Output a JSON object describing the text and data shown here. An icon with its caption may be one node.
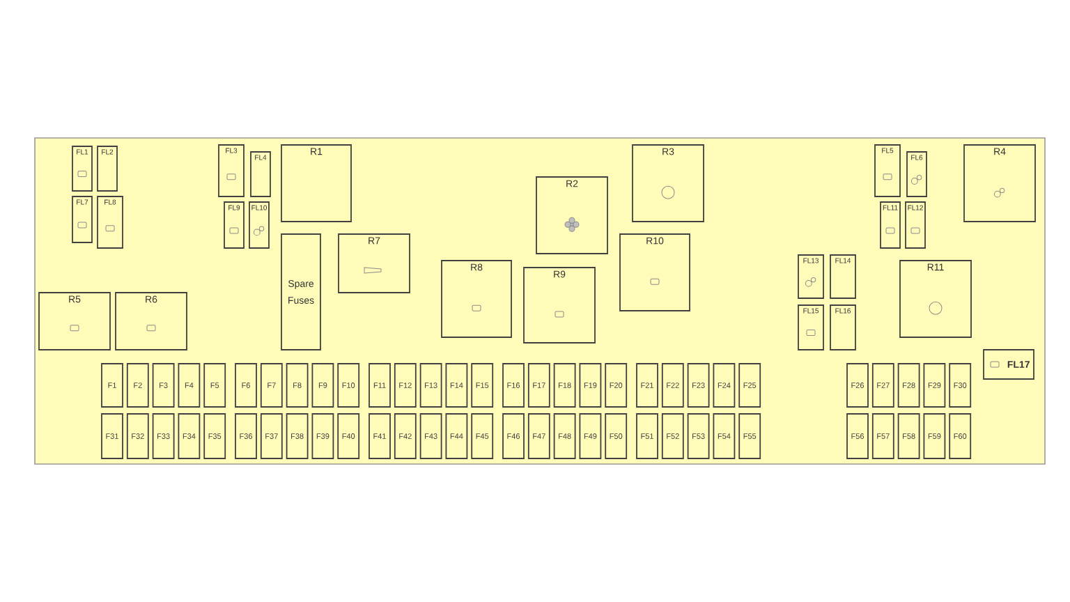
{
  "diagram": {
    "nodes": [
      {
        "text": [
          "FL1"
        ]
      },
      {
        "text": [
          "FL2"
        ]
      },
      {
        "text": [
          "FL3"
        ]
      },
      {
        "text": [
          "FL4"
        ]
      },
      {
        "text": [
          "R1"
        ]
      },
      {
        "text": [
          "R3"
        ]
      },
      {
        "text": [
          "FL5"
        ]
      },
      {
        "text": [
          "FL6"
        ]
      },
      {
        "text": [
          "R4"
        ]
      },
      {
        "text": [
          "FL7"
        ]
      },
      {
        "text": [
          "FL8"
        ]
      },
      {
        "text": [
          "FL9"
        ]
      },
      {
        "text": [
          "FL10"
        ]
      },
      {
        "text": [
          "FL11"
        ]
      },
      {
        "text": [
          "FL12"
        ]
      },
      {
        "text": [
          "R2"
        ]
      },
      {
        "text": [
          "Spare Fuses"
        ]
      },
      {
        "text": [
          "R7"
        ]
      },
      {
        "text": [
          "R10"
        ]
      },
      {
        "text": [
          "FL13"
        ]
      },
      {
        "text": [
          "FL14"
        ]
      },
      {
        "text": [
          "R11"
        ]
      },
      {
        "text": [
          "R8"
        ]
      },
      {
        "text": [
          "R9"
        ]
      },
      {
        "text": [
          "R5"
        ]
      },
      {
        "text": [
          "R6"
        ]
      },
      {
        "text": [
          "FL15"
        ]
      },
      {
        "text": [
          "FL16"
        ]
      },
      {
        "text": [
          "FL17"
        ]
      },
      {
        "text": [
          "F1"
        ]
      },
      {
        "text": [
          "F2"
        ]
      },
      {
        "text": [
          "F3"
        ]
      },
      {
        "text": [
          "F4"
        ]
      },
      {
        "text": [
          "F5"
        ]
      },
      {
        "text": [
          "F6"
        ]
      },
      {
        "text": [
          "F7"
        ]
      },
      {
        "text": [
          "F8"
        ]
      },
      {
        "text": [
          "F9"
        ]
      },
      {
        "text": [
          "F10"
        ]
      },
      {
        "text": [
          "F11"
        ]
      },
      {
        "text": [
          "F12"
        ]
      },
      {
        "text": [
          "F13"
        ]
      },
      {
        "text": [
          "F14"
        ]
      },
      {
        "text": [
          "F15"
        ]
      },
      {
        "text": [
          "F16"
        ]
      },
      {
        "text": [
          "F17"
        ]
      },
      {
        "text": [
          "F18"
        ]
      },
      {
        "text": [
          "F19"
        ]
      },
      {
        "text": [
          "F20"
        ]
      },
      {
        "text": [
          "F21"
        ]
      },
      {
        "text": [
          "F22"
        ]
      },
      {
        "text": [
          "F23"
        ]
      },
      {
        "text": [
          "F24"
        ]
      },
      {
        "text": [
          "F25"
        ]
      },
      {
        "text": [
          "F26"
        ]
      },
      {
        "text": [
          "F27"
        ]
      },
      {
        "text": [
          "F28"
        ]
      },
      {
        "text": [
          "F29"
        ]
      },
      {
        "text": [
          "F30"
        ]
      },
      {
        "text": [
          "F31"
        ]
      },
      {
        "text": [
          "F32"
        ]
      },
      {
        "text": [
          "F33"
        ]
      },
      {
        "text": [
          "F34"
        ]
      },
      {
        "text": [
          "F35"
        ]
      },
      {
        "text": [
          "F36"
        ]
      },
      {
        "text": [
          "F37"
        ]
      },
      {
        "text": [
          "F38"
        ]
      },
      {
        "text": [
          "F39"
        ]
      },
      {
        "text": [
          "F40"
        ]
      },
      {
        "text": [
          "F41"
        ]
      },
      {
        "text": [
          "F42"
        ]
      },
      {
        "text": [
          "F43"
        ]
      },
      {
        "text": [
          "F44"
        ]
      },
      {
        "text": [
          "F45"
        ]
      },
      {
        "text": [
          "F46"
        ]
      },
      {
        "text": [
          "F47"
        ]
      },
      {
        "text": [
          "F48"
        ]
      },
      {
        "text": [
          "F49"
        ]
      },
      {
        "text": [
          "F50"
        ]
      },
      {
        "text": [
          "F51"
        ]
      },
      {
        "text": [
          "F52"
        ]
      },
      {
        "text": [
          "F53"
        ]
      },
      {
        "text": [
          "F54"
        ]
      },
      {
        "text": [
          "F55"
        ]
      },
      {
        "text": [
          "F56"
        ]
      },
      {
        "text": [
          "F57"
        ]
      },
      {
        "text": [
          "F58"
        ]
      },
      {
        "text": [
          "F59"
        ]
      },
      {
        "text": [
          "F60"
        ]
      }
    ]
  }
}
